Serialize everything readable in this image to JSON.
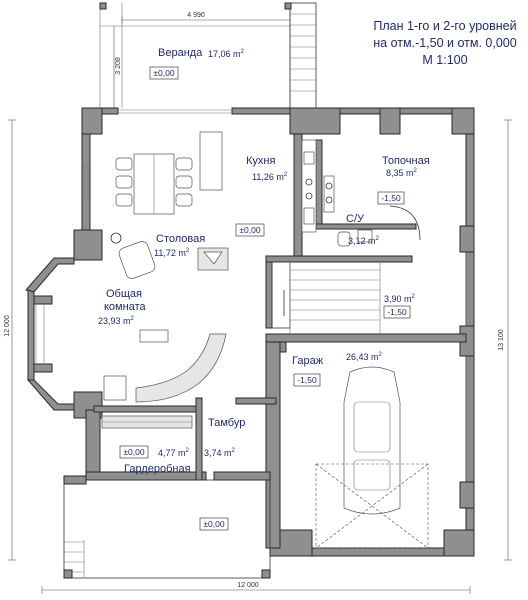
{
  "title": {
    "line1": "План 1-го и 2-го уровней",
    "line2": "на отм.-1,50 и отм. 0,000",
    "line3": "М 1:100"
  },
  "dimensions": {
    "veranda_width": "4 990",
    "veranda_depth": "3 208",
    "left_height": "12 000",
    "right_height": "13 100",
    "bottom_width": "12 000"
  },
  "rooms": {
    "veranda": {
      "name": "Веранда",
      "area": "17,06 m",
      "sup": "2"
    },
    "kitchen": {
      "name": "Кухня",
      "area": "11,26 m",
      "sup": "2"
    },
    "boiler": {
      "name": "Топочная",
      "area": "8,35 m",
      "sup": "2"
    },
    "wc": {
      "name": "С/У",
      "area": "3,12 m",
      "sup": "2"
    },
    "dining": {
      "name": "Столовая",
      "area": "11,72 m",
      "sup": "2"
    },
    "living": {
      "name1": "Общая",
      "name2": "комната",
      "area": "23,93 m",
      "sup": "2"
    },
    "stair": {
      "area": "3,90 m",
      "sup": "2"
    },
    "garage": {
      "name": "Гараж",
      "area": "26,43 m",
      "sup": "2"
    },
    "vestibule": {
      "name": "Тамбур",
      "area": "3,74 m",
      "sup": "2"
    },
    "wardrobe": {
      "name": "Гардеробная",
      "area": "4,77 m",
      "sup": "2"
    }
  },
  "levels": {
    "veranda": "±0,00",
    "dining": "±0,00",
    "boiler": "-1,50",
    "stair": "-1,50",
    "garage": "-1,50",
    "wardrobe": "±0,00",
    "porch": "±0,00"
  }
}
